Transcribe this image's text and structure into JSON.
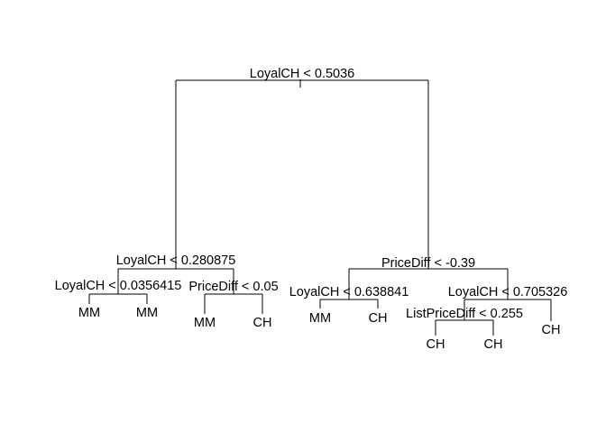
{
  "tree": {
    "splits": {
      "root": "LoyalCH < 0.5036",
      "left": "LoyalCH < 0.280875",
      "left_left": "LoyalCH < 0.0356415",
      "left_right": "PriceDiff < 0.05",
      "right": "PriceDiff < -0.39",
      "right_left": "LoyalCH < 0.638841",
      "right_right": "LoyalCH < 0.705326",
      "right_right_left": "ListPriceDiff < 0.255"
    },
    "leaves": {
      "ll_l": "MM",
      "ll_r": "MM",
      "lr_l": "MM",
      "lr_r": "CH",
      "rl_l": "MM",
      "rl_r": "CH",
      "rrl_l": "CH",
      "rrl_r": "CH",
      "rr_r": "CH"
    }
  }
}
